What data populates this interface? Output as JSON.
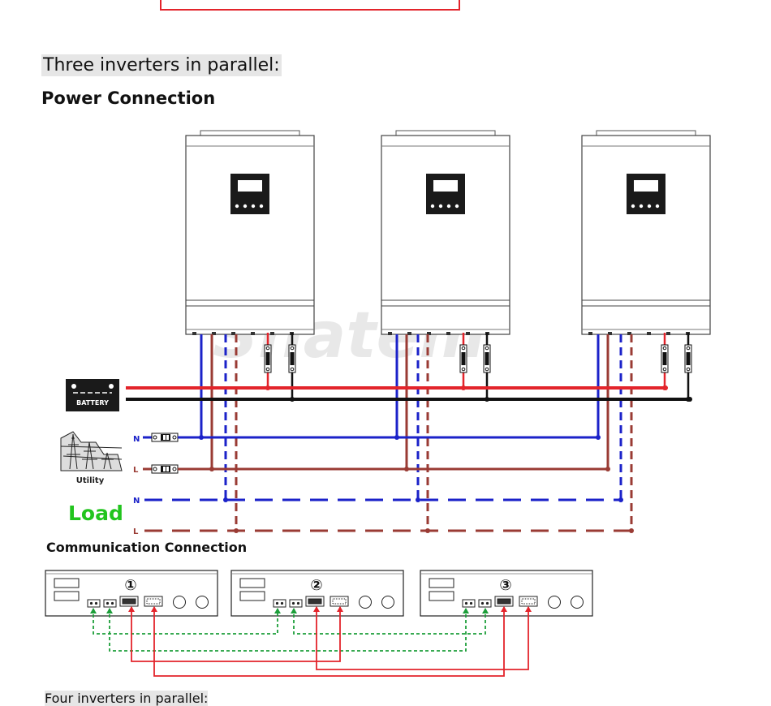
{
  "section_heading": "Three inverters in parallel:",
  "power_title": "Power Connection",
  "communication_title": "Communication Connection",
  "next_heading": "Four inverters in parallel:",
  "battery_label": "BATTERY",
  "utility_label": "Utility",
  "load_label": "Load",
  "neutral_label": "N",
  "line_label": "L",
  "unit_numbers": [
    "①",
    "②",
    "③"
  ],
  "watermark": "Snatem",
  "colors": {
    "positive": "#e3242b",
    "negative": "#111111",
    "neutral": "#1b22c9",
    "line": "#9a3b34",
    "load_text": "#22c41e",
    "sync_cable": "#1d9e3a",
    "parallel_cable": "#e3242b"
  }
}
